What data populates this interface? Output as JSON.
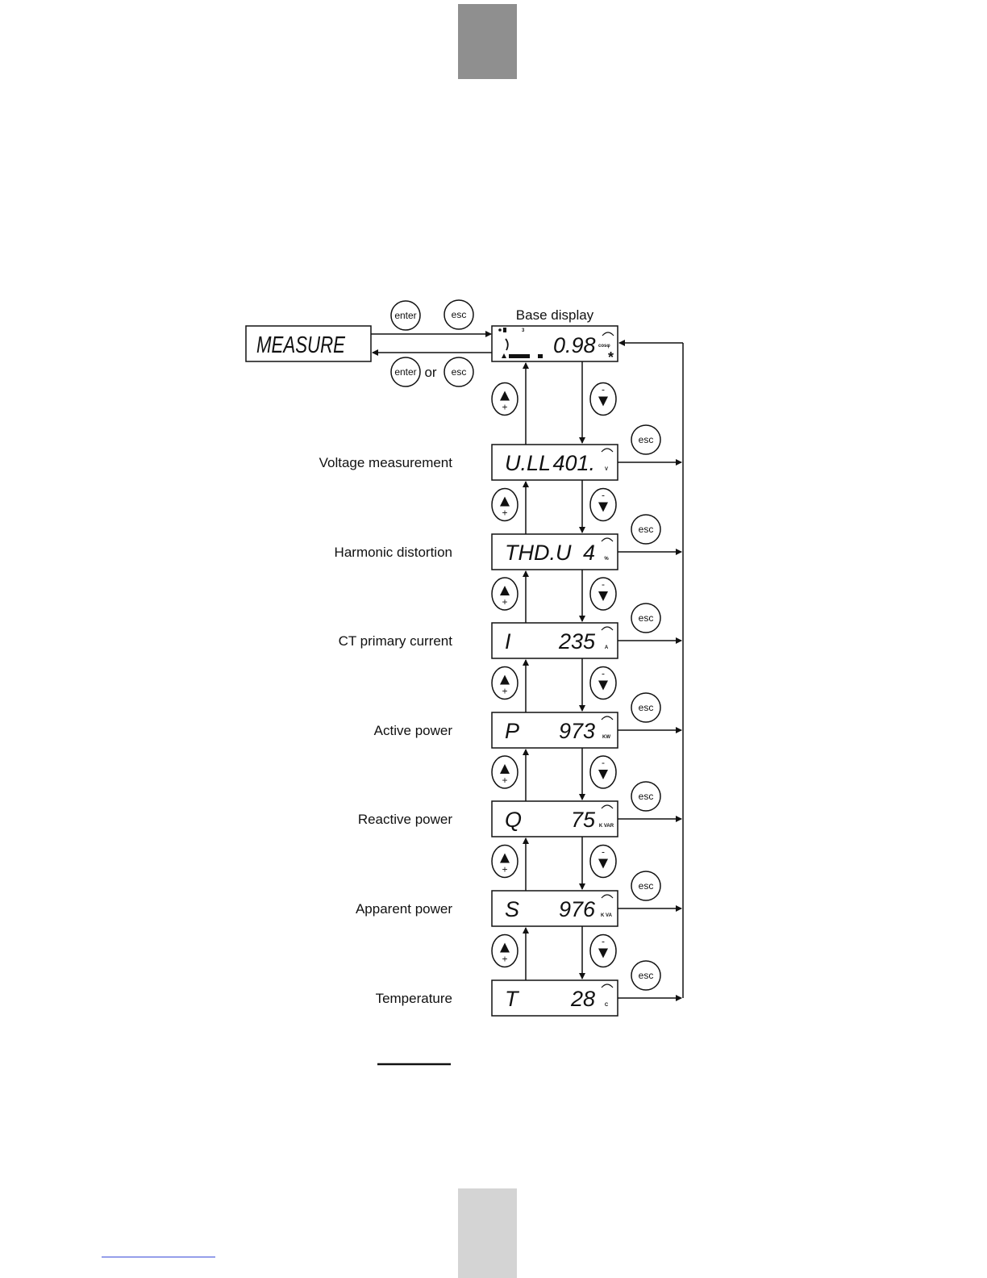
{
  "colors": {
    "top_tab": "#8f8f8f",
    "bottom_tab": "#d4d4d4",
    "line": "#111111",
    "link": "#2b3fd6"
  },
  "buttons": {
    "enter": "enter",
    "esc": "esc",
    "or": "or",
    "plus": "+",
    "minus": "-"
  },
  "measure": {
    "text": "MEASURE"
  },
  "base_display": {
    "caption": "Base display",
    "value": "0.98",
    "unit": "cosφ",
    "star": "*",
    "top_digit": "3"
  },
  "screens": [
    {
      "label": "Voltage measurement",
      "code": "U.LL",
      "value": "401.",
      "unit": "V"
    },
    {
      "label": "Harmonic distortion",
      "code": "THD.U",
      "value": "4",
      "unit": "%"
    },
    {
      "label": "CT primary current",
      "code": "I",
      "value": "235",
      "unit": "A"
    },
    {
      "label": "Active power",
      "code": "P",
      "value": "973",
      "unit": "KW"
    },
    {
      "label": "Reactive power",
      "code": "Q",
      "value": "75",
      "unit": "K VAR"
    },
    {
      "label": "Apparent power",
      "code": "S",
      "value": "976",
      "unit": "K VA"
    },
    {
      "label": "Temperature",
      "code": "T",
      "value": "28",
      "unit": "C"
    }
  ]
}
